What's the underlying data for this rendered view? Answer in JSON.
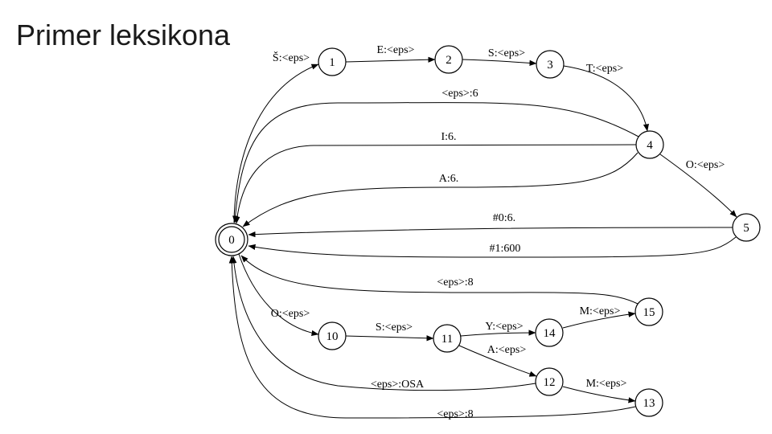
{
  "slide": {
    "title": "Primer leksikona"
  },
  "automaton": {
    "states": [
      {
        "id": "0",
        "label": "0",
        "final": true
      },
      {
        "id": "1",
        "label": "1"
      },
      {
        "id": "2",
        "label": "2"
      },
      {
        "id": "3",
        "label": "3"
      },
      {
        "id": "4",
        "label": "4"
      },
      {
        "id": "5",
        "label": "5"
      },
      {
        "id": "10",
        "label": "10"
      },
      {
        "id": "11",
        "label": "11"
      },
      {
        "id": "12",
        "label": "12"
      },
      {
        "id": "13",
        "label": "13"
      },
      {
        "id": "14",
        "label": "14"
      },
      {
        "id": "15",
        "label": "15"
      }
    ],
    "transitions": [
      {
        "id": "0-1",
        "from": "0",
        "to": "1",
        "label": "Š:<eps>"
      },
      {
        "id": "1-2",
        "from": "1",
        "to": "2",
        "label": "E:<eps>"
      },
      {
        "id": "2-3",
        "from": "2",
        "to": "3",
        "label": "S:<eps>"
      },
      {
        "id": "3-4",
        "from": "3",
        "to": "4",
        "label": "T:<eps>"
      },
      {
        "id": "4-0a",
        "from": "4",
        "to": "0",
        "label": "<eps>:6"
      },
      {
        "id": "4-0b",
        "from": "4",
        "to": "0",
        "label": "I:6."
      },
      {
        "id": "4-0c",
        "from": "4",
        "to": "0",
        "label": "A:6."
      },
      {
        "id": "4-5",
        "from": "4",
        "to": "5",
        "label": "O:<eps>"
      },
      {
        "id": "5-0a",
        "from": "5",
        "to": "0",
        "label": "#0:6."
      },
      {
        "id": "5-0b",
        "from": "5",
        "to": "0",
        "label": "#1:600"
      },
      {
        "id": "15-0",
        "from": "15",
        "to": "0",
        "label": "<eps>:8"
      },
      {
        "id": "0-10",
        "from": "0",
        "to": "10",
        "label": "O:<eps>"
      },
      {
        "id": "10-11",
        "from": "10",
        "to": "11",
        "label": "S:<eps>"
      },
      {
        "id": "11-14",
        "from": "11",
        "to": "14",
        "label": "Y:<eps>"
      },
      {
        "id": "14-15",
        "from": "14",
        "to": "15",
        "label": "M:<eps>"
      },
      {
        "id": "11-12",
        "from": "11",
        "to": "12",
        "label": "A:<eps>"
      },
      {
        "id": "12-13",
        "from": "12",
        "to": "13",
        "label": "M:<eps>"
      },
      {
        "id": "12-0",
        "from": "12",
        "to": "0",
        "label": "<eps>:OSA"
      },
      {
        "id": "13-0",
        "from": "13",
        "to": "0",
        "label": "<eps>:8"
      }
    ]
  }
}
